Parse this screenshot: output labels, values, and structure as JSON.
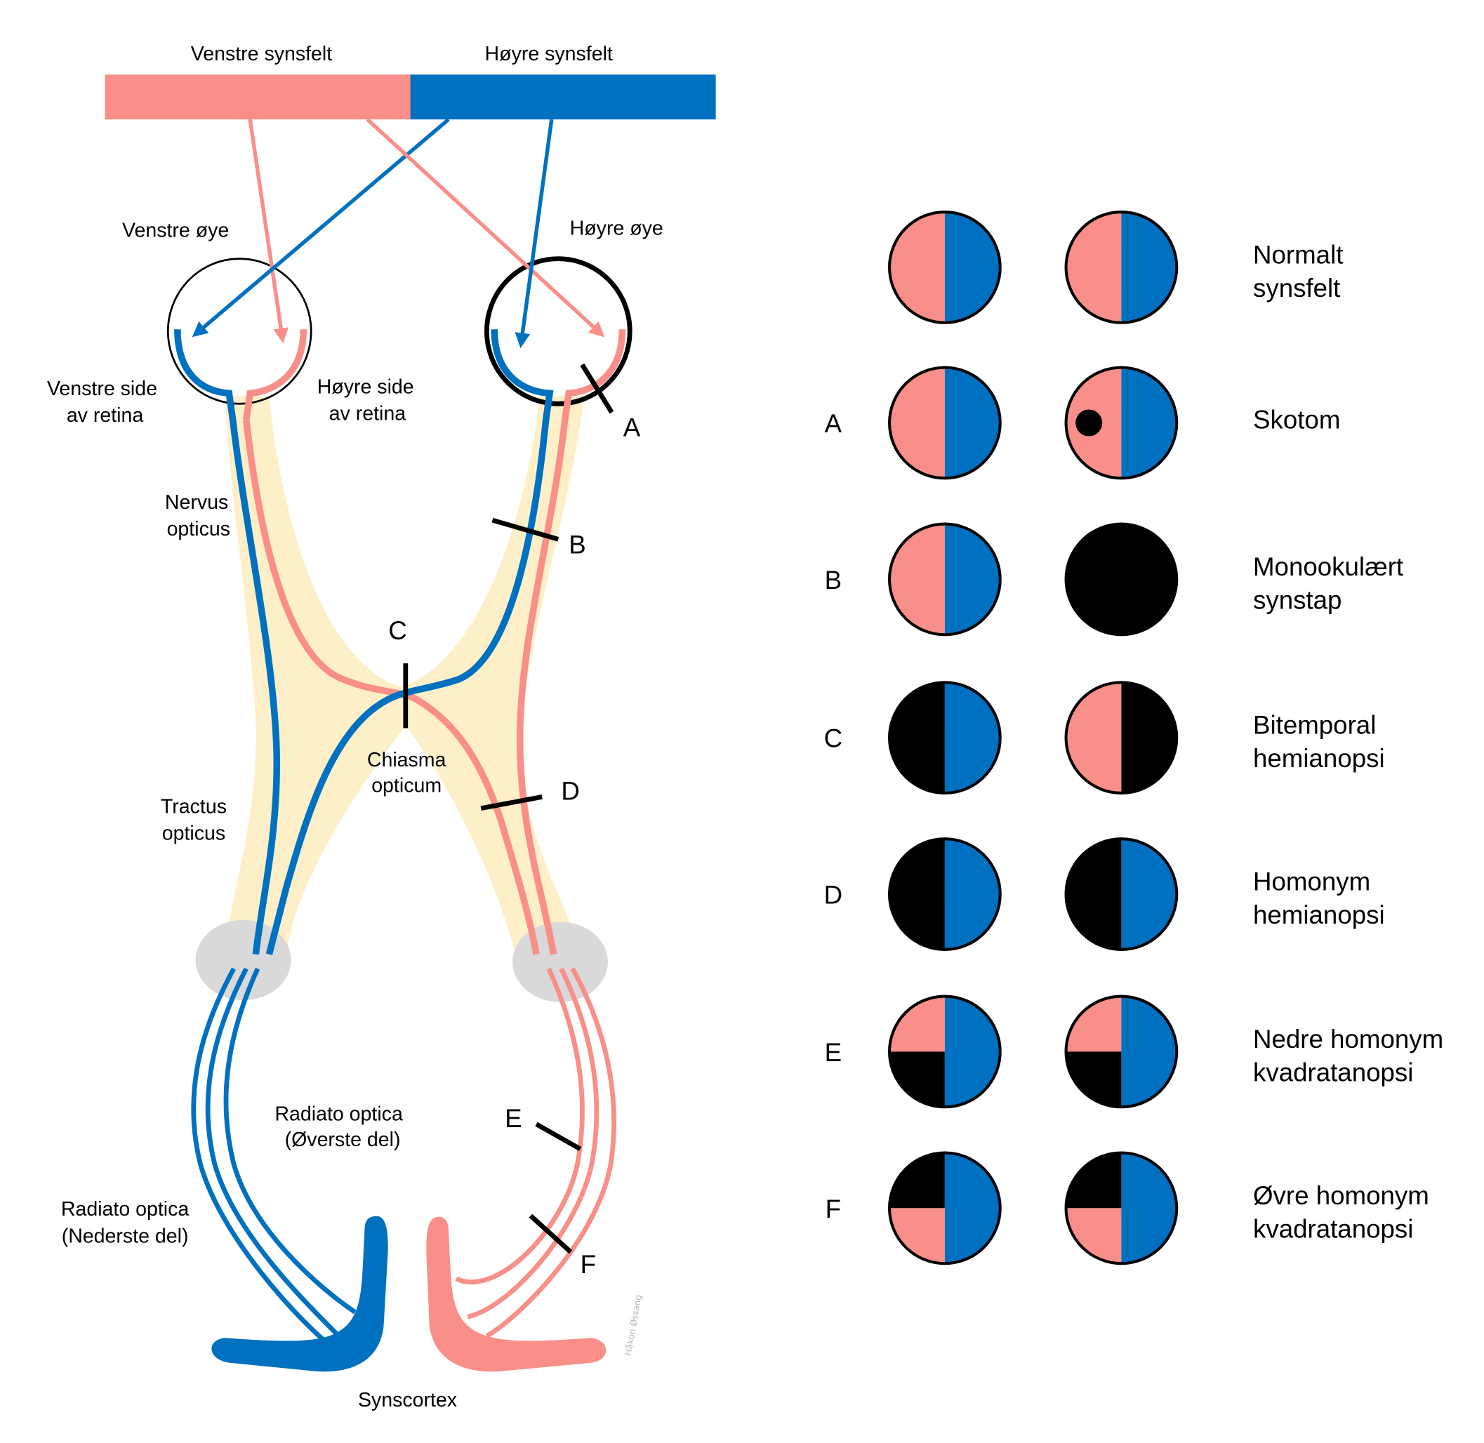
{
  "colors": {
    "left_field": "#f98f88",
    "right_field": "#0070c0",
    "nerve_sheath": "#fdf0c8",
    "lgn": "#d9d9d9",
    "lesion": "#000000"
  },
  "fields": {
    "left_label": "Venstre synsfelt",
    "right_label": "Høyre synsfelt"
  },
  "eyes": {
    "left_label": "Venstre øye",
    "right_label": "Høyre øye"
  },
  "anatomy": {
    "left_retina_line1": "Venstre side",
    "left_retina_line2": "av retina",
    "right_retina_line1": "Høyre side",
    "right_retina_line2": "av retina",
    "nervus_line1": "Nervus",
    "nervus_line2": "opticus",
    "chiasma_line1": "Chiasma",
    "chiasma_line2": "opticum",
    "tractus_line1": "Tractus",
    "tractus_line2": "opticus",
    "radiato_upper_line1": "Radiato optica",
    "radiato_upper_line2": "(Øverste del)",
    "radiato_lower_line1": "Radiato optica",
    "radiato_lower_line2": "(Nederste del)",
    "cortex": "Synscortex",
    "signature": "Håkon Øssang"
  },
  "lesion_markers": [
    "A",
    "B",
    "C",
    "D",
    "E",
    "F"
  ],
  "rows": [
    {
      "marker": "",
      "line1": "Normalt",
      "line2": "synsfelt",
      "left": "normal",
      "right": "normal"
    },
    {
      "marker": "A",
      "line1": "Skotom",
      "line2": "",
      "left": "normal",
      "right": "scotoma"
    },
    {
      "marker": "B",
      "line1": "Monookulært",
      "line2": "synstap",
      "left": "normal",
      "right": "blind"
    },
    {
      "marker": "C",
      "line1": "Bitemporal",
      "line2": "hemianopsi",
      "left": "left-half-lost",
      "right": "right-half-lost"
    },
    {
      "marker": "D",
      "line1": "Homonym",
      "line2": "hemianopsi",
      "left": "left-half-lost",
      "right": "left-half-lost"
    },
    {
      "marker": "E",
      "line1": "Nedre homonym",
      "line2": "kvadratanopsi",
      "left": "lower-left-lost",
      "right": "lower-left-lost"
    },
    {
      "marker": "F",
      "line1": "Øvre homonym",
      "line2": "kvadratanopsi",
      "left": "upper-left-lost",
      "right": "upper-left-lost"
    }
  ]
}
